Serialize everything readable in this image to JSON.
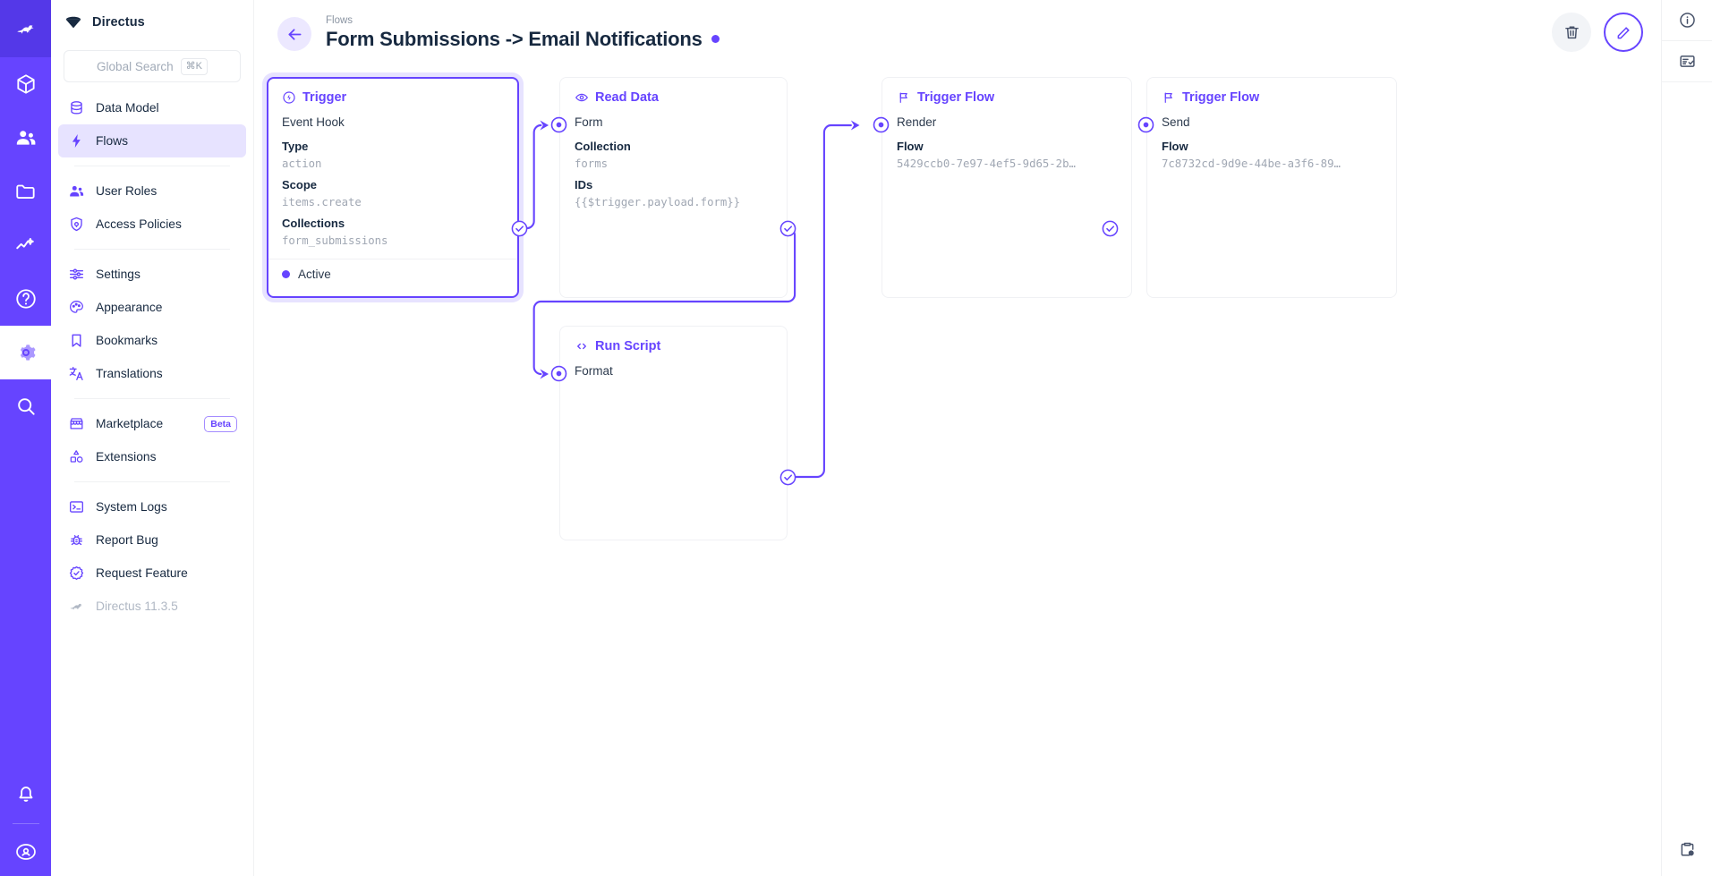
{
  "brand": {
    "accent": "#6644ff",
    "accent_dark": "#5438e8",
    "text": "#172940",
    "muted": "#a0a7b3"
  },
  "module_bar": {
    "items": [
      {
        "name": "directus-logo",
        "icon": "rabbit-logo-icon",
        "active": false
      },
      {
        "name": "content",
        "icon": "box-icon",
        "active": false
      },
      {
        "name": "user-directory",
        "icon": "users-icon",
        "active": false
      },
      {
        "name": "file-library",
        "icon": "folder-icon",
        "active": false
      },
      {
        "name": "insights",
        "icon": "chart-line-icon",
        "active": false
      },
      {
        "name": "docs",
        "icon": "help-circle-icon",
        "active": false
      },
      {
        "name": "settings",
        "icon": "gear-icon",
        "active": true
      },
      {
        "name": "search",
        "icon": "search-icon",
        "active": false
      }
    ],
    "bottom": [
      {
        "name": "notifications",
        "icon": "bell-icon"
      },
      {
        "name": "user-account",
        "icon": "account-circle-icon"
      }
    ]
  },
  "sidebar": {
    "project_name": "Directus",
    "project_logo_icon": "directus-diamond-icon",
    "search": {
      "placeholder": "Global Search",
      "shortcut": "⌘K",
      "icon": "search-icon"
    },
    "groups": [
      {
        "items": [
          {
            "label": "Data Model",
            "icon": "database-icon",
            "active": false
          },
          {
            "label": "Flows",
            "icon": "bolt-icon",
            "active": true
          }
        ]
      },
      {
        "items": [
          {
            "label": "User Roles",
            "icon": "users-icon",
            "active": false
          },
          {
            "label": "Access Policies",
            "icon": "shield-lock-icon",
            "active": false
          }
        ]
      },
      {
        "items": [
          {
            "label": "Settings",
            "icon": "sliders-icon",
            "active": false
          },
          {
            "label": "Appearance",
            "icon": "palette-icon",
            "active": false
          },
          {
            "label": "Bookmarks",
            "icon": "bookmark-icon",
            "active": false
          },
          {
            "label": "Translations",
            "icon": "translate-icon",
            "active": false
          }
        ]
      },
      {
        "items": [
          {
            "label": "Marketplace",
            "icon": "storefront-icon",
            "active": false,
            "badge": "Beta"
          },
          {
            "label": "Extensions",
            "icon": "extensions-icon",
            "active": false
          }
        ]
      },
      {
        "items": [
          {
            "label": "System Logs",
            "icon": "terminal-icon",
            "active": false
          },
          {
            "label": "Report Bug",
            "icon": "bug-icon",
            "active": false
          },
          {
            "label": "Request Feature",
            "icon": "check-badge-icon",
            "active": false
          },
          {
            "label": "Directus 11.3.5",
            "icon": "rabbit-logo-icon",
            "active": false,
            "muted": true
          }
        ]
      }
    ]
  },
  "header": {
    "back_icon": "arrow-left-icon",
    "breadcrumb": "Flows",
    "title": "Form Submissions -> Email Notifications",
    "status_indicator": "active-dot",
    "delete_label": "Delete Flow",
    "delete_icon": "trash-icon",
    "edit_label": "Edit Flow",
    "edit_icon": "pencil-icon"
  },
  "flow": {
    "nodes": [
      {
        "id": "trigger",
        "title": "Trigger",
        "icon": "trigger-bolt-circle-icon",
        "subtitle": "Event Hook",
        "selected": true,
        "fields": [
          {
            "key": "Type",
            "value": "action"
          },
          {
            "key": "Scope",
            "value": "items.create"
          },
          {
            "key": "Collections",
            "value": "form_submissions"
          }
        ],
        "footer": "Active"
      },
      {
        "id": "read-data",
        "title": "Read Data",
        "icon": "eye-icon",
        "subtitle": "Form",
        "selected": false,
        "fields": [
          {
            "key": "Collection",
            "value": "forms"
          },
          {
            "key": "IDs",
            "value": "{{$trigger.payload.form}}"
          }
        ]
      },
      {
        "id": "run-script",
        "title": "Run Script",
        "icon": "code-brackets-icon",
        "subtitle": "Format",
        "selected": false,
        "fields": []
      },
      {
        "id": "trigger-flow-render",
        "title": "Trigger Flow",
        "icon": "flag-icon",
        "subtitle": "Render",
        "selected": false,
        "fields": [
          {
            "key": "Flow",
            "value": "5429ccb0-7e97-4ef5-9d65-2b…"
          }
        ]
      },
      {
        "id": "trigger-flow-send",
        "title": "Trigger Flow",
        "icon": "flag-icon",
        "subtitle": "Send",
        "selected": false,
        "fields": [
          {
            "key": "Flow",
            "value": "7c8732cd-9d9e-44be-a3f6-89…"
          }
        ]
      }
    ]
  },
  "right_rail": {
    "items": [
      {
        "name": "flow-info",
        "icon": "info-circle-icon"
      },
      {
        "name": "flow-logs",
        "icon": "list-check-icon"
      }
    ],
    "bottom": [
      {
        "name": "activity-log",
        "icon": "clipboard-clock-icon"
      }
    ]
  }
}
